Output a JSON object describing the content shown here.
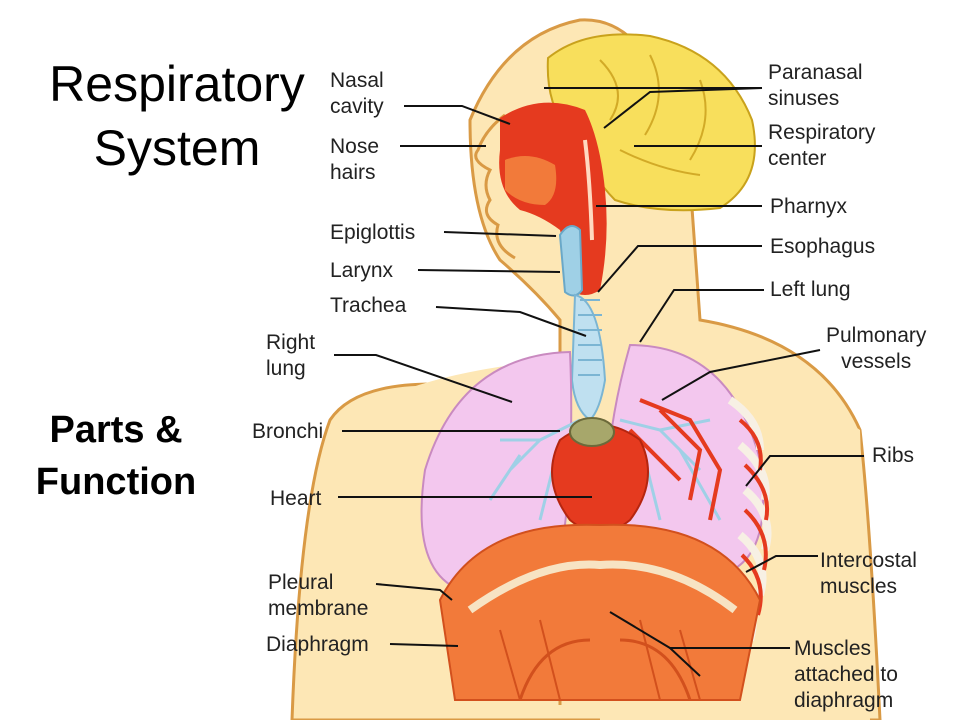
{
  "title": {
    "line1": "Respiratory",
    "line2": "System"
  },
  "subtitle": {
    "line1": "Parts &",
    "line2": "Function"
  },
  "labels": {
    "nasal_cavity": [
      "Nasal",
      "cavity"
    ],
    "nose_hairs": [
      "Nose",
      "hairs"
    ],
    "epiglottis": [
      "Epiglottis"
    ],
    "larynx": [
      "Larynx"
    ],
    "trachea": [
      "Trachea"
    ],
    "right_lung": [
      "Right",
      "lung"
    ],
    "bronchi": [
      "Bronchi"
    ],
    "heart": [
      "Heart"
    ],
    "pleural_membrane": [
      "Pleural",
      "membrane"
    ],
    "diaphragm": [
      "Diaphragm"
    ],
    "paranasal_sinuses": [
      "Paranasal",
      "sinuses"
    ],
    "respiratory_center": [
      "Respiratory",
      "center"
    ],
    "pharnyx": [
      "Pharnyx"
    ],
    "esophagus": [
      "Esophagus"
    ],
    "left_lung": [
      "Left lung"
    ],
    "pulmonary_vessels": [
      "Pulmonary",
      "vessels"
    ],
    "ribs": [
      "Ribs"
    ],
    "intercostal_muscles": [
      "Intercostal",
      "muscles"
    ],
    "muscles_attached_to_diaphragm": [
      "Muscles",
      "attached to",
      "diaphragm"
    ]
  },
  "colors": {
    "skin": "#fde7b5",
    "skin_outline": "#d99a45",
    "brain": "#f8df5c",
    "tissue_red": "#e53a1f",
    "muscle_orange": "#f27a3a",
    "lung_pink": "#f3c7ee",
    "airway_blue": "#bfe0f0",
    "leader_line": "#111111"
  }
}
